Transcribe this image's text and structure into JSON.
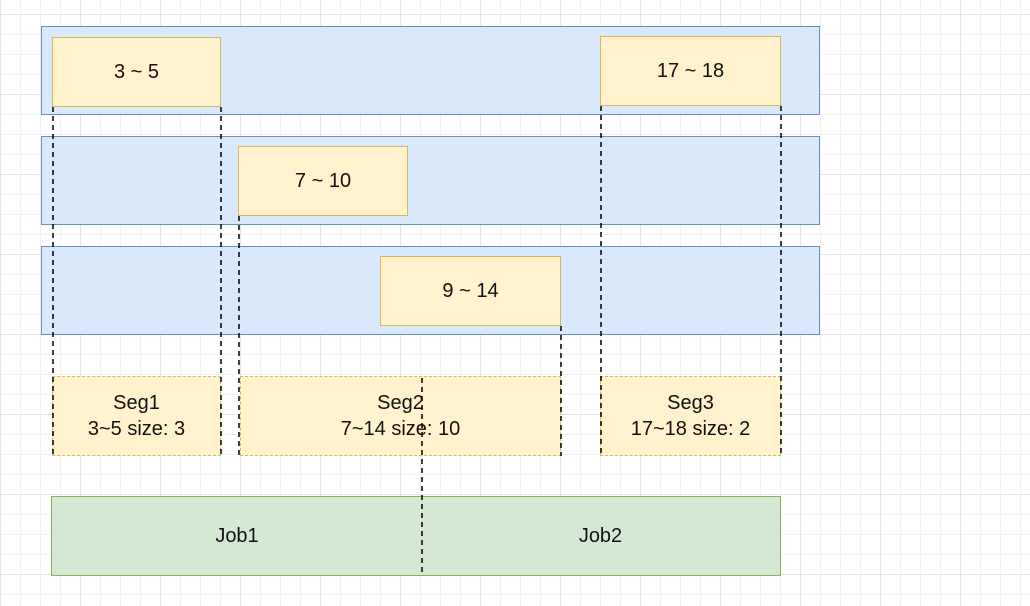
{
  "ranges": {
    "r1": "3 ~ 5",
    "r2": "17 ~ 18",
    "r3": "7 ~ 10",
    "r4": "9 ~ 14"
  },
  "segments": {
    "seg1": {
      "name": "Seg1",
      "detail": "3~5 size: 3"
    },
    "seg2": {
      "name": "Seg2",
      "detail": "7~14 size: 10"
    },
    "seg3": {
      "name": "Seg3",
      "detail": "17~18 size: 2"
    }
  },
  "jobs": {
    "job1": "Job1",
    "job2": "Job2"
  },
  "colors": {
    "row_fill": "#dae8fc",
    "row_stroke": "#6c8ebf",
    "box_fill": "#fff2cc",
    "box_stroke": "#d6b656",
    "job_fill": "#d5e8d4",
    "job_stroke": "#82b366"
  }
}
